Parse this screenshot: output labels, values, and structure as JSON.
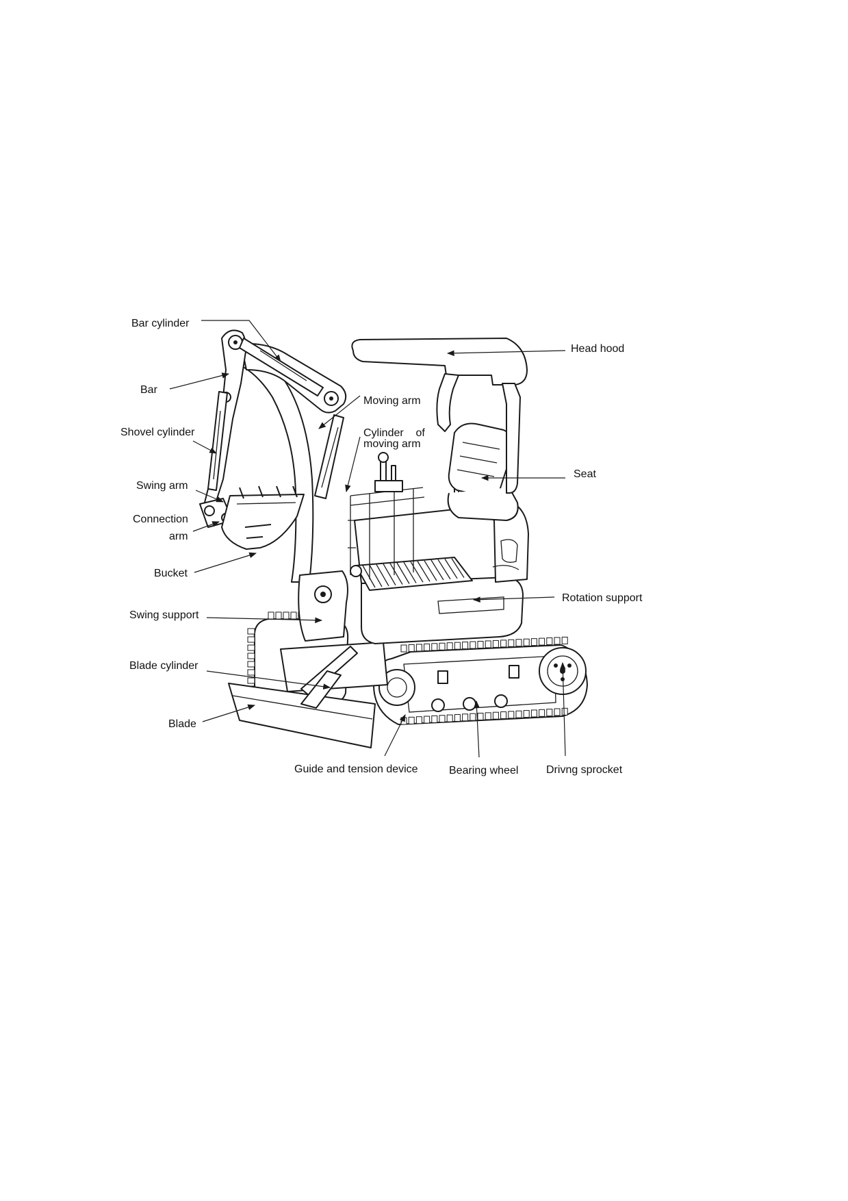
{
  "labels": {
    "bar_cylinder": "Bar cylinder",
    "bar": "Bar",
    "shovel_cylinder": "Shovel cylinder",
    "swing_arm": "Swing arm",
    "connection_arm_line1": "Connection",
    "connection_arm_line2": "arm",
    "bucket": "Bucket",
    "swing_support": "Swing support",
    "blade_cylinder": "Blade cylinder",
    "blade": "Blade",
    "moving_arm": "Moving arm",
    "cylinder_of_moving_arm_line1": "Cylinder    of",
    "cylinder_of_moving_arm_line2": "moving arm",
    "head_hood": "Head hood",
    "seat": "Seat",
    "rotation_support": "Rotation support",
    "guide_and_tension_device": "Guide and tension device",
    "bearing_wheel": "Bearing wheel",
    "driving_sprocket": "Drivng sprocket"
  }
}
